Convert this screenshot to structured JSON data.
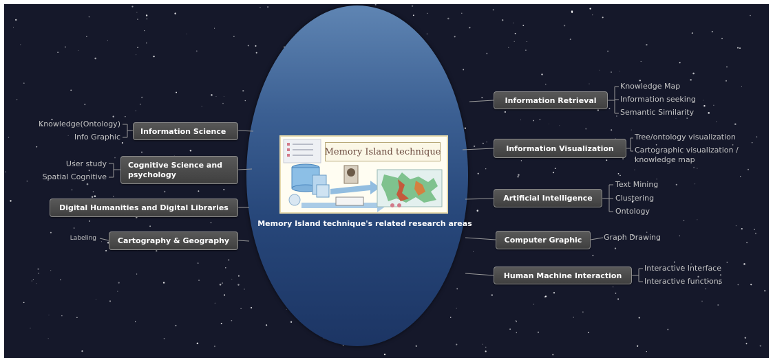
{
  "center": {
    "image_title": "Memory Island technique",
    "caption": "Memory Island technique's related research areas"
  },
  "left_branches": [
    {
      "label": "Information Science",
      "leaves": [
        "Knowledge(Ontology)",
        "Info Graphic"
      ]
    },
    {
      "label": "Cognitive Science and psychology",
      "leaves": [
        "User study",
        "Spatial Cognitive"
      ]
    },
    {
      "label": "Digital Humanities and Digital Libraries",
      "leaves": []
    },
    {
      "label": "Cartography & Geography",
      "leaves": [
        "Labeling"
      ]
    }
  ],
  "right_branches": [
    {
      "label": "Information Retrieval",
      "leaves": [
        "Knowledge Map",
        "Information seeking",
        "Semantic Similarity"
      ]
    },
    {
      "label": "Information Visualization",
      "leaves": [
        "Tree/ontology visualization",
        "Cartographic visualization / knowledge map"
      ]
    },
    {
      "label": "Artificial Intelligence",
      "leaves": [
        "Text Mining",
        "Clustering",
        "Ontology"
      ]
    },
    {
      "label": "Computer Graphic",
      "leaves": [
        "Graph Drawing"
      ]
    },
    {
      "label": "Human Machine Interaction",
      "leaves": [
        "Interactive Interface",
        "Interactive functions"
      ]
    }
  ],
  "colors": {
    "background": "#15182a",
    "oval_top": "#5f85b3",
    "oval_bottom": "#1c3564",
    "node_fill": "#4a4a4a",
    "leaf_text": "#c4c4c4"
  }
}
